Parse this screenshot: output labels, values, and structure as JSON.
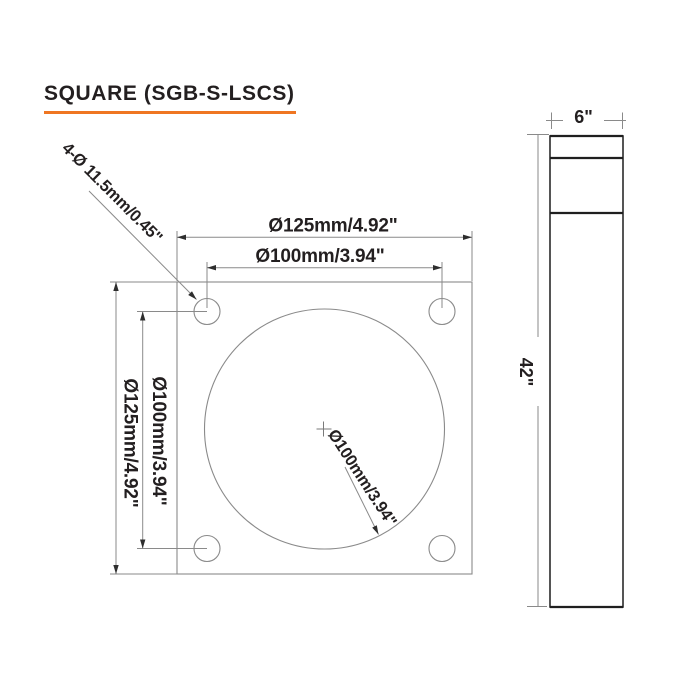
{
  "title": {
    "label": "SQUARE (SGB-S-LSCS)"
  },
  "colors": {
    "accent": "#ef7622",
    "drawing_line": "#8a8a8a",
    "text": "#231f20"
  },
  "plate_view": {
    "hole_callout": "4-Ø 11.5mm/0.45\"",
    "top_outer_dim": "Ø125mm/4.92\"",
    "top_inner_dim": "Ø100mm/3.94\"",
    "left_outer_dim": "Ø125mm/4.92\"",
    "left_inner_dim": "Ø100mm/3.94\"",
    "center_circle_dim": "Ø100mm/3.94\""
  },
  "side_view": {
    "width_dim": "6\"",
    "height_dim": "42\""
  }
}
